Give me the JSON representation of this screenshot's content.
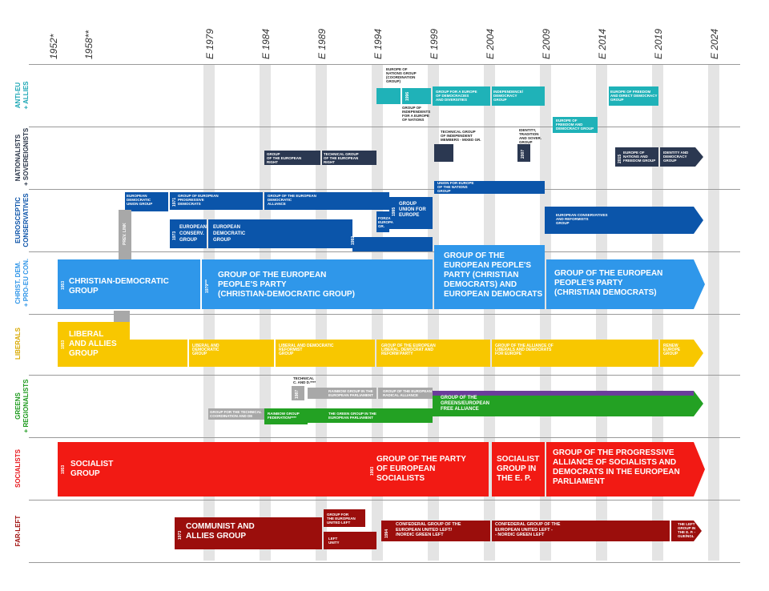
{
  "years": [
    "1952*",
    "1958**",
    "E 1979",
    "E 1984",
    "E 1989",
    "E 1994",
    "E 1999",
    "E 2004",
    "E 2009",
    "E 2014",
    "E 2019",
    "E 2024"
  ],
  "rows": [
    {
      "label": "ANTI-EU\n+ ALLIES",
      "color": "#1aa6b4"
    },
    {
      "label": "NATIONALISTS\n+ SOVEREIGNISTS",
      "color": "#2a3548"
    },
    {
      "label": "EUROSCEPTIC\nCONSERVATIVES",
      "color": "#0a52a8"
    },
    {
      "label": "CHRIST. DEM.\n+ PRO-EU CON.",
      "color": "#2e95e8"
    },
    {
      "label": "LIBERALS",
      "color": "#f5c400"
    },
    {
      "label": "GREENS\n+ REGIONALISTS",
      "color": "#1e9a1e"
    },
    {
      "label": "SOCIALISTS",
      "color": "#e8161b"
    },
    {
      "label": "FAR-LEFT",
      "color": "#a0100f"
    }
  ],
  "colors": {
    "teal": "#1fb2b8",
    "navy": "#2b3851",
    "blue": "#0b55aa",
    "lightblue": "#2f97ea",
    "yellow": "#f8c700",
    "green": "#23a123",
    "purple": "#6a3d9a",
    "red": "#f21a14",
    "maroon": "#9b0e0c",
    "grey": "#a8a8a8"
  },
  "anti_eu": {
    "europe_nations": "EUROPE OF\nNATIONS GROUP\n(COORDINATION\nGROUP)",
    "independents": "GROUP OF\nINDEPENDENTS\nFOR A EUROPE\nOF NATIONS",
    "year_1996": "1996",
    "eodd": "GROUP FOR A EUROPE\nOF DEMOCRACIES\nAND DIVERSITIES",
    "indem": "INDEPENDENCE/\nDEMOCRACY\nGROUP",
    "efd": "EUROPE OF\nFREEDOM AND\nDEMOCRACY GROUP",
    "efdd": "EUROPE OF FREEDOM\nAND DIRECT DEMOCRACY\nGROUP"
  },
  "nationalists": {
    "eur_right": "GROUP\nOF THE EUROPEAN\nRIGHT",
    "tech_eur_right": "TECHNICAL GROUP\nOF THE EUROPEAN\nRIGHT",
    "tgi": "TECHNICAL GROUP\nOF INDEPENDENT\nMEMBERS - MIXED GR.",
    "its": "IDENTITY,\nTRADITION\nAND SOVER.\nGROUP",
    "year_2007": "2007",
    "year_2015": "2015",
    "enf": "EUROPE OF\nNATIONS AND\nFREEDOM GROUP",
    "id": "IDENTITY AND\nDEMOCRACY\nGROUP"
  },
  "conservatives": {
    "edu": "EUROPEAN\nDEMOCRATIC\nUNION GROUP",
    "year_1971": "1971",
    "epd": "GROUP OF EUROPEAN\nPROGRESSIVE\nDEMOCRATS",
    "eda": "GROUP OF THE EUROPEAN\nDEMOCRATIC\nALLIANCE",
    "year_1973": "1973",
    "ecg": "EUROPEAN\nCONSERV.\nGROUP",
    "edg": "EUROPEAN\nDEMOCRATIC\nGROUP",
    "forza": "FORZA\nEUROPA\nGR.",
    "year_1995": "1995",
    "uen_group": "GROUP\nUNION FOR\nEUROPE",
    "uen_nations": "UNION FOR EUROPE\nOF THE NATIONS\nGROUP",
    "ecr": "EUROPEAN CONSERVATIVES\nAND REFORMISTS\nGROUP",
    "year_1992": "1992",
    "prev_link": "PREV. LINK"
  },
  "christdem": {
    "year_1953": "1953",
    "cd_group": "CHRISTIAN-DEMOCRATIC\nGROUP",
    "year_1979": "1979***",
    "epp_cd": "GROUP OF THE EUROPEAN\nPEOPLE'S PARTY\n(CHRISTIAN-DEMOCRATIC GROUP)",
    "epp_ed": "GROUP OF THE\nEUROPEAN PEOPLE'S\nPARTY (CHRISTIAN\nDEMOCRATS) AND\nEUROPEAN DEMOCRATS",
    "epp": "GROUP OF THE EUROPEAN\nPEOPLE'S PARTY\n(CHRISTIAN DEMOCRATS)"
  },
  "liberals": {
    "year_1953": "1953",
    "liberal_allies": "LIBERAL\nAND ALLIES\nGROUP",
    "ldg": "LIBERAL AND\nDEMOCRATIC\nGROUP",
    "ldr": "LIBERAL AND DEMOCRATIC\nREFORMIST\nGROUP",
    "eldr": "GROUP OF THE EUROPEAN\nLIBERAL, DEMOCRAT AND\nREFORM PARTY",
    "alde": "GROUP OF THE ALLIANCE OF\nLIBERALS AND DEMOCRATS\nFOR EUROPE",
    "renew": "RENEW\nEUROPE\nGROUP"
  },
  "greens": {
    "tech_coord": "GROUP FOR THE TECHNICAL\nCOORDINATION AND DE",
    "rainbow_fed": "RAINBOW GROUP\nFEDERATION****",
    "technical_cd": "TECHNICAL\nC. AND D.****",
    "year_1987": "1987",
    "rainbow_ep": "RAINBOW GROUP IN THE\nEUROPEAN PARLIAMENT",
    "green_group": "THE GREEN GROUP IN THE\nEUROPEAN PARLIAMENT",
    "era": "GROUP OF THE EUROPEAN\nRADICAL ALLIANCE",
    "greens_efa": "GROUP OF THE\nGREENS/EUROPEAN\nFREE ALLIANCE"
  },
  "socialists": {
    "year_1953": "1953",
    "socialist_group": "SOCIALIST\nGROUP",
    "year_1993": "1993",
    "pes": "GROUP OF THE PARTY\nOF EUROPEAN\nSOCIALISTS",
    "sg_ep": "SOCIALIST\nGROUP IN\nTHE E. P.",
    "sd": "GROUP OF THE PROGRESSIVE\nALLIANCE OF SOCIALISTS AND\nDEMOCRATS IN THE EUROPEAN\nPARLIAMENT"
  },
  "farleft": {
    "year_1973": "1973",
    "communist": "COMMUNIST AND\nALLIES GROUP",
    "eul": "GROUP FOR\nTHE EUROPEAN\nUNITED LEFT",
    "left_unity": "LEFT\nUNITY",
    "guengl": "CONFEDERAL GROUP OF THE\nEUROPEAN UNITED LEFT/\n/NORDIC GREEN LEFT",
    "guengl2": "CONFEDERAL GROUP OF THE\nEUROPEAN UNITED LEFT -\n- NORDIC GREEN LEFT",
    "left": "THE LEFT\nGROUP IN\nTHE E. P. -\nGUE/NGL",
    "year_1994": "1994"
  }
}
